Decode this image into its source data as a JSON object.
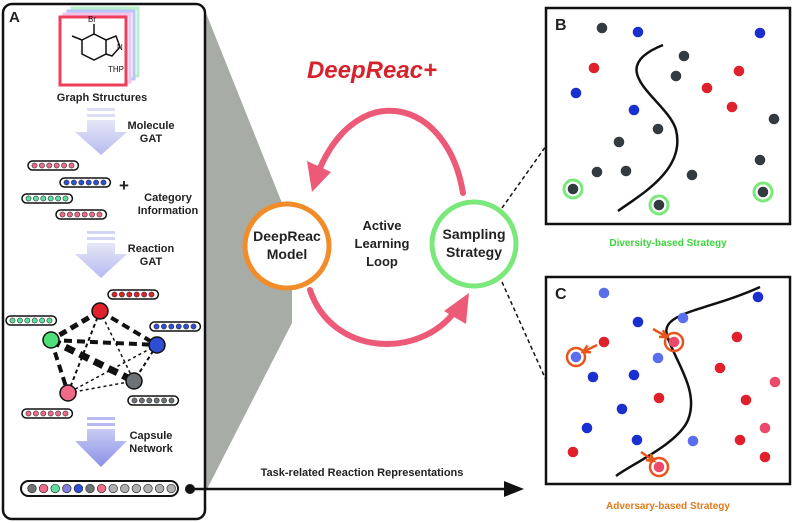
{
  "panel_a": {
    "letter": "A",
    "molecule_sub_br": "Br",
    "molecule_sub_n": "N",
    "molecule_sub_thp": "THP",
    "graph_structures": "Graph Structures",
    "molecule_gat_line1": "Molecule",
    "molecule_gat_line2": "GAT",
    "plus": "+",
    "category_line1": "Category",
    "category_line2": "Information",
    "reaction_gat_line1": "Reaction",
    "reaction_gat_line2": "GAT",
    "capsule_line1": "Capsule",
    "capsule_line2": "Network"
  },
  "center": {
    "title": "DeepReac+",
    "model_line1": "DeepReac",
    "model_line2": "Model",
    "loop_line1": "Active",
    "loop_line2": "Learning",
    "loop_line3": "Loop",
    "sampling_line1": "Sampling",
    "sampling_line2": "Strategy",
    "bottom_arrow_label": "Task-related Reaction Representations"
  },
  "panel_b": {
    "letter": "B",
    "caption": "Diversity-based Strategy"
  },
  "panel_c": {
    "letter": "C",
    "caption": "Adversary-based Strategy"
  },
  "colors": {
    "title_red": "#d6232b",
    "orange": "#f28c28",
    "green_ring": "#7be87b",
    "loop_pink": "#ec5a78",
    "dot_red": "#e0202a",
    "dot_blue": "#1a2fd0",
    "dot_dark": "#333a40",
    "dot_pink": "#ec4a6a",
    "dot_lightblue": "#5b6ef0",
    "arrow_orange": "#e8541a",
    "diversity_green": "#3cd43c",
    "adversary_orange": "#e07a1a",
    "gray_cone": "#a7aca7"
  }
}
